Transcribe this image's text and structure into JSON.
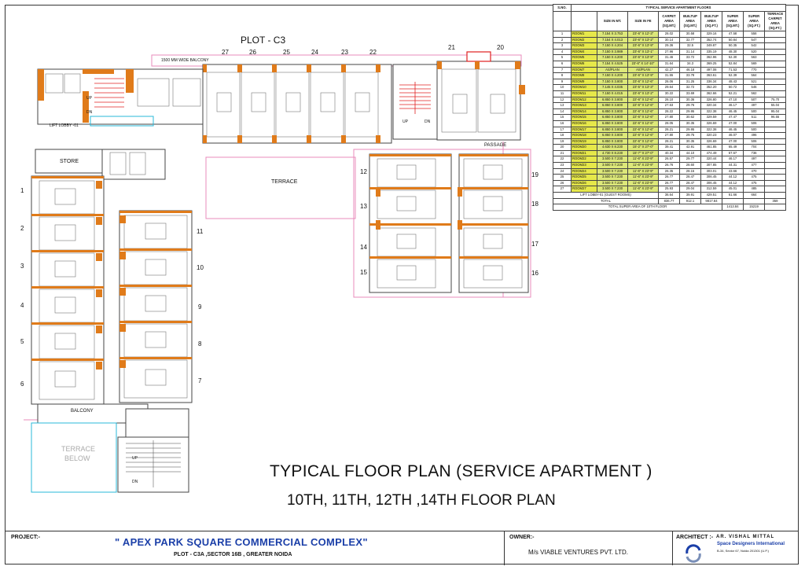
{
  "plot_label": "PLOT - C3",
  "title_main": "TYPICAL FLOOR PLAN (SERVICE APARTMENT )",
  "title_floors": "10TH, 11TH, 12TH ,14TH FLOOR PLAN",
  "labels": {
    "balcony_top": "1500 MM WIDE BALCONY",
    "lift_lobby": "LIFT LOBBY -01",
    "store": "STORE",
    "terrace": "TERRACE",
    "passage": "PASSAGE",
    "balcony": "BALCONY",
    "terrace_below_1": "TERRACE",
    "terrace_below_2": "BELOW",
    "up": "UP",
    "dn": "DN"
  },
  "unit_numbers_top": [
    "27",
    "26",
    "25",
    "24",
    "23",
    "22",
    "21",
    "20"
  ],
  "unit_numbers_left": [
    "1",
    "2",
    "3",
    "4",
    "5",
    "6"
  ],
  "unit_numbers_mid": [
    "11",
    "10",
    "9",
    "8",
    "7"
  ],
  "unit_numbers_right_a": [
    "12",
    "13",
    "14",
    "15"
  ],
  "unit_numbers_right_b": [
    "19",
    "18",
    "17",
    "16"
  ],
  "title_block": {
    "project_label": "PROJECT:-",
    "project_name": "\" APEX PARK SQUARE COMMERCIAL COMPLEX\"",
    "project_address": "PLOT - C3A ,SECTOR 16B , GREATER NOIDA",
    "owner_label": "OWNER:-",
    "owner_name": "M/s VIABLE VENTURES PVT. LTD.",
    "architect_label": "ARCHITECT :-",
    "architect_name": "AR. VISHAL MITTAL",
    "architect_firm": "Space Designers International",
    "architect_addr": "B-34, Sector 67, Noida 201301 (U.P.)"
  },
  "area_table": {
    "sno": "S.NO.",
    "heading": "TYPICAL SERVICE APARTMENT FLOORS",
    "columns": [
      "SIZE IN MT.",
      "SIZE IN FE",
      "CARPET AREA (SQ.MT.)",
      "BUILTUP AREA (SQ.MT.)",
      "BUILTUP AREA (SQ.FT.)",
      "SUPER AREA (SQ.MT.)",
      "SUPER AREA (SQ.FT.)",
      "TERRACE CARPET AREA (SQ.FT.)"
    ],
    "rows": [
      [
        "1",
        "ROOM1",
        "7.154 X 3.753",
        "23'-6\" X 12'-3\"",
        "28.02",
        "30.58",
        "329.16",
        "47.58",
        "558",
        ""
      ],
      [
        "2",
        "ROOM2",
        "7.154 X 4.013",
        "23'-6\" X 13'-2\"",
        "30.14",
        "32.77",
        "352.74",
        "50.84",
        "547",
        ""
      ],
      [
        "3",
        "ROOM3",
        "7.150 X 4.204",
        "23'-6\" X 13'-9\"",
        "29.36",
        "32.5",
        "349.87",
        "50.35",
        "542",
        ""
      ],
      [
        "4",
        "ROOM4",
        "7.150 X 3.989",
        "23'-6\" X 13'-1\"",
        "27.96",
        "31.14",
        "335.19",
        "48.30",
        "520",
        ""
      ],
      [
        "5",
        "ROOM5",
        "7.150 X 4.200",
        "23'-6\" X 13'-9\"",
        "31.46",
        "33.72",
        "362.96",
        "52.30",
        "563",
        ""
      ],
      [
        "6",
        "ROOM6",
        "7.154 X 4.525",
        "23'-6\" X 14'-10\"",
        "31.64",
        "34.3",
        "369.25",
        "52.84",
        "569",
        ""
      ],
      [
        "7",
        "ROOM7",
        "AS/PLAN",
        "AS/PLAN",
        "42.27",
        "46.18",
        "497.08",
        "71.53",
        "770",
        ""
      ],
      [
        "8",
        "ROOM8",
        "7.150 X 4.200",
        "23'-6\" X 13'-9\"",
        "31.55",
        "33.78",
        "363.61",
        "52.39",
        "564",
        ""
      ],
      [
        "9",
        "ROOM9",
        "7.150 X 3.800",
        "23'-6\" X 12'-6\"",
        "28.06",
        "31.25",
        "336.34",
        "48.43",
        "521",
        ""
      ],
      [
        "10",
        "ROOM10",
        "7.145 X 4.035",
        "23'-5\" X 13'-3\"",
        "29.64",
        "32.72",
        "352.20",
        "50.72",
        "546",
        ""
      ],
      [
        "11",
        "ROOM11",
        "7.150 X 4.015",
        "23'-6\" X 13'-2\"",
        "30.22",
        "33.69",
        "362.66",
        "52.21",
        "562",
        ""
      ],
      [
        "12",
        "ROOM12",
        "6.850 X 3.800",
        "22'-6\" X 12'-6\"",
        "28.10",
        "30.36",
        "326.80",
        "47.10",
        "507",
        "75.70"
      ],
      [
        "13",
        "ROOM13",
        "6.850 X 3.800",
        "22'-6\" X 12'-6\"",
        "27.63",
        "29.76",
        "320.34",
        "46.17",
        "497",
        "55.04"
      ],
      [
        "14",
        "ROOM14",
        "6.850 X 3.800",
        "22'-6\" X 12'-6\"",
        "28.22",
        "29.95",
        "322.38",
        "46.45",
        "500",
        "95.04"
      ],
      [
        "15",
        "ROOM15",
        "6.850 X 3.800",
        "22'-6\" X 12'-6\"",
        "27.80",
        "30.62",
        "329.59",
        "47.47",
        "511",
        "96.55"
      ],
      [
        "16",
        "ROOM16",
        "6.850 X 3.800",
        "22'-6\" X 12'-6\"",
        "28.05",
        "30.35",
        "326.69",
        "47.00",
        "506",
        ""
      ],
      [
        "17",
        "ROOM17",
        "6.850 X 3.800",
        "22'-6\" X 12'-6\"",
        "28.21",
        "29.95",
        "322.38",
        "46.45",
        "500",
        ""
      ],
      [
        "18",
        "ROOM18",
        "6.850 X 3.800",
        "22'-6\" X 12'-6\"",
        "27.80",
        "29.75",
        "320.23",
        "46.07",
        "496",
        ""
      ],
      [
        "19",
        "ROOM19",
        "6.850 X 3.800",
        "22'-6\" X 12'-6\"",
        "28.21",
        "30.35",
        "326.69",
        "47.00",
        "506",
        ""
      ],
      [
        "20",
        "ROOM20",
        "4.630 X 8.230",
        "15'-2\" X 27'-0\"",
        "39.41",
        "42.91",
        "461.85",
        "65.49",
        "704",
        ""
      ],
      [
        "21",
        "ROOM21",
        "4.730 X 8.230",
        "15'-7\" X 27'-0\"",
        "40.34",
        "44.10",
        "474.49",
        "67.67",
        "736",
        ""
      ],
      [
        "22",
        "ROOM22",
        "3.500 X 7.230",
        "11'-6\" X 23'-9\"",
        "26.57",
        "29.77",
        "320.44",
        "46.17",
        "497",
        ""
      ],
      [
        "23",
        "ROOM23",
        "3.500 X 7.230",
        "11'-6\" X 23'-9\"",
        "26.76",
        "28.60",
        "307.85",
        "44.31",
        "477",
        ""
      ],
      [
        "24",
        "ROOM24",
        "3.500 X 7.230",
        "11'-6\" X 23'-9\"",
        "26.35",
        "28.15",
        "303.01",
        "43.66",
        "470",
        ""
      ],
      [
        "25",
        "ROOM25",
        "3.500 X 7.230",
        "11'-6\" X 23'-9\"",
        "26.77",
        "28.47",
        "306.45",
        "44.12",
        "475",
        ""
      ],
      [
        "26",
        "ROOM26",
        "3.500 X 7.230",
        "11'-6\" X 23'-9\"",
        "26.77",
        "28.47",
        "306.45",
        "44.12",
        "475",
        ""
      ],
      [
        "27",
        "ROOM27",
        "3.500 X 7.230",
        "11'-6\" X 23'-9\"",
        "25.93",
        "29.04",
        "312.59",
        "45.01",
        "485",
        ""
      ]
    ],
    "lift_row": [
      "LIFT LOBBY-01 (GUEST ROOMS)",
      "36.64",
      "39.91",
      "429.51",
      "61.66",
      "664"
    ],
    "total_row": [
      "TOTAL",
      "836.77",
      "912.1",
      "9817.84",
      "",
      "",
      "359"
    ],
    "super_total_row": [
      "TOTAL SUPER AREA OF 10TH FLOOR",
      "1413.84",
      "15219"
    ]
  },
  "colors": {
    "wall": "#e07b1a",
    "boundary_pink": "#e88bbb",
    "stair_red": "#e02020",
    "cyan": "#28b8d8",
    "blue": "#1b3fa8",
    "room_highlight": "#e6e84a"
  }
}
